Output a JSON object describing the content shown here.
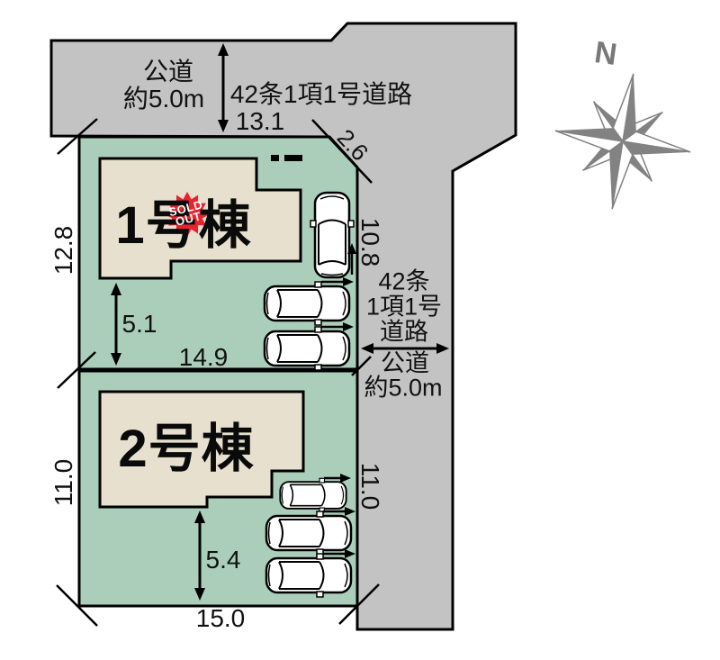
{
  "colors": {
    "road": "#c3c3c3",
    "plot": "#abceba",
    "building": "#e7e0cf",
    "outline": "#000000",
    "sold_badge": "#e8232f",
    "compass": "#828282"
  },
  "top_road": {
    "name": "公道",
    "width": "約5.0m",
    "type": "42条1項1号道路",
    "dim": "13.1",
    "corner_dim": "2.6"
  },
  "right_road": {
    "dim_upper": "10.8",
    "type_l1": "42条",
    "type_l2": "1項1号",
    "type_l3": "道路",
    "name": "公道",
    "width": "約5.0m",
    "dim_lower": "11.0"
  },
  "plot1": {
    "name": "1号棟",
    "sold_l1": "SOLD",
    "sold_l2": "OUT",
    "dim_left": "12.8",
    "dim_inner": "5.1",
    "dim_bottom": "14.9"
  },
  "plot2": {
    "name": "2号棟",
    "dim_left": "11.0",
    "dim_inner": "5.4",
    "dim_bottom": "15.0"
  },
  "compass": {
    "north": "N"
  }
}
